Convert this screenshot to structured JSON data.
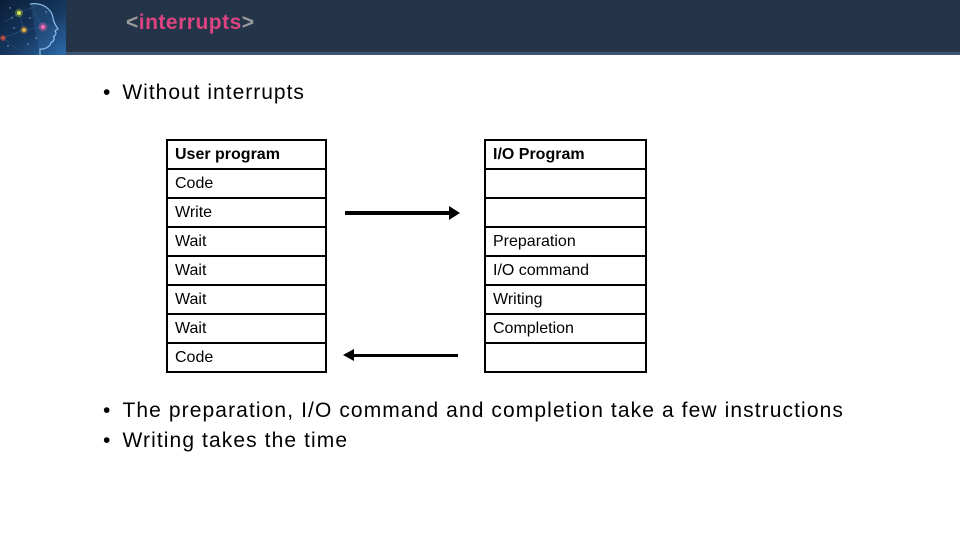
{
  "slide": {
    "header": {
      "title_open_bracket": "<",
      "title_word": "interrupts",
      "title_close_bracket": ">",
      "bar_color": "#24354a",
      "bar_edge_color": "#3d5472",
      "accent_color": "#dd4380",
      "bracket_color": "#9b9b9b",
      "logo_icon": "digital-head-brain-art"
    },
    "bullet_char": "•",
    "intro_bullet": "Without interrupts",
    "diagram": {
      "user_table": {
        "header": "User program",
        "rows": [
          "Code",
          "Write",
          "Wait",
          "Wait",
          "Wait",
          "Wait",
          "Code"
        ]
      },
      "io_table": {
        "header": "I/O Program",
        "rows": [
          "",
          "",
          "Preparation",
          "I/O command",
          "Writing",
          "Completion",
          ""
        ]
      },
      "arrows": [
        {
          "name": "write-to-io-program",
          "direction": "right"
        },
        {
          "name": "io-completion-to-user-code",
          "direction": "left"
        }
      ],
      "border_color": "#000000"
    },
    "notes": [
      "The preparation, I/O command and completion take a few instructions",
      "Writing takes the time"
    ]
  }
}
